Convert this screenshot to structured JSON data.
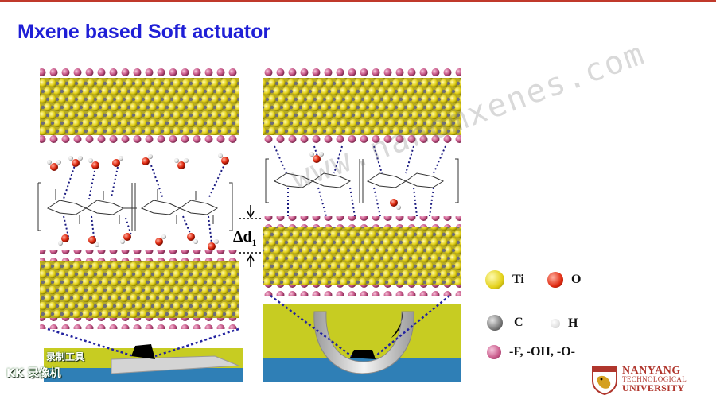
{
  "title": "Mxene based Soft actuator",
  "delta_label": "Δd",
  "delta_sub": "1",
  "legend": [
    {
      "label": "Ti",
      "color": "#e3d11a"
    },
    {
      "label": "O",
      "color": "#e02a10"
    },
    {
      "label": "C",
      "color": "#7a7a7a"
    },
    {
      "label": "H",
      "color": "#e6e6e6"
    },
    {
      "label": "-F, -OH, -O-",
      "color": "#c9598a"
    }
  ],
  "watermark": "www.nanomxenes.com",
  "ntu": {
    "line1": "NANYANG",
    "line2": "TECHNOLOGICAL",
    "line3": "UNIVERSITY"
  },
  "recorder": {
    "line1": "录制工具",
    "line2": "KK 录像机"
  },
  "colors": {
    "title": "#1f1fd6",
    "ti": "#e3d11a",
    "surface": "#c9598a",
    "film": "#c7cc22",
    "base": "#2f7fb6"
  }
}
